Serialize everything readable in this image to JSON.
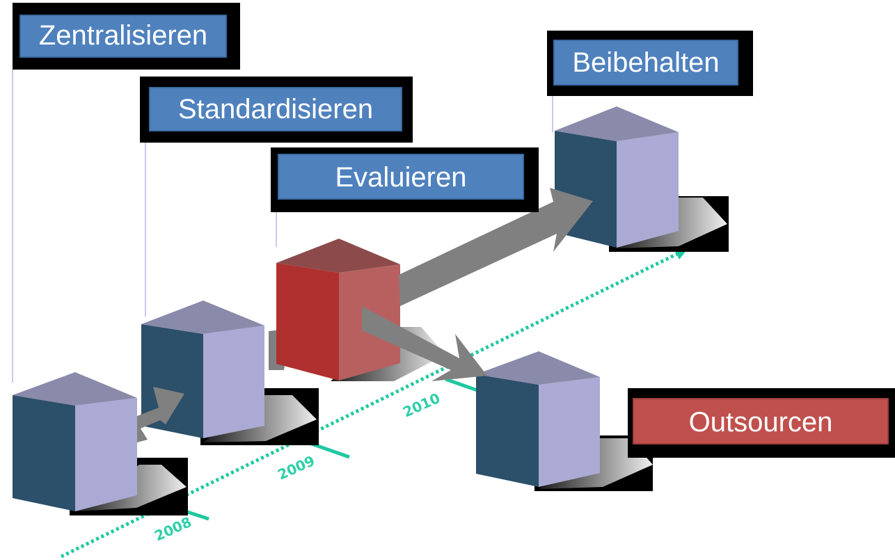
{
  "labels": {
    "zentralisieren": "Zentralisieren",
    "standardisieren": "Standardisieren",
    "evaluieren": "Evaluieren",
    "beibehalten": "Beibehalten",
    "outsourcen": "Outsourcen"
  },
  "timeline": {
    "years": [
      "2008",
      "2009",
      "2010"
    ]
  },
  "colors": {
    "label_blue": "#4f81bd",
    "label_red": "#c0504d",
    "cube_top": "#8a8aaa",
    "cube_front": "#2c4f6a",
    "cube_right": "#aaaad4",
    "cube_red_top": "#8c4a4a",
    "cube_red_front": "#b03030",
    "cube_red_right": "#b86060",
    "arrow_gray": "#808080",
    "timeline_teal": "#1ec8a0",
    "guide_line": "#c8c8f0"
  }
}
